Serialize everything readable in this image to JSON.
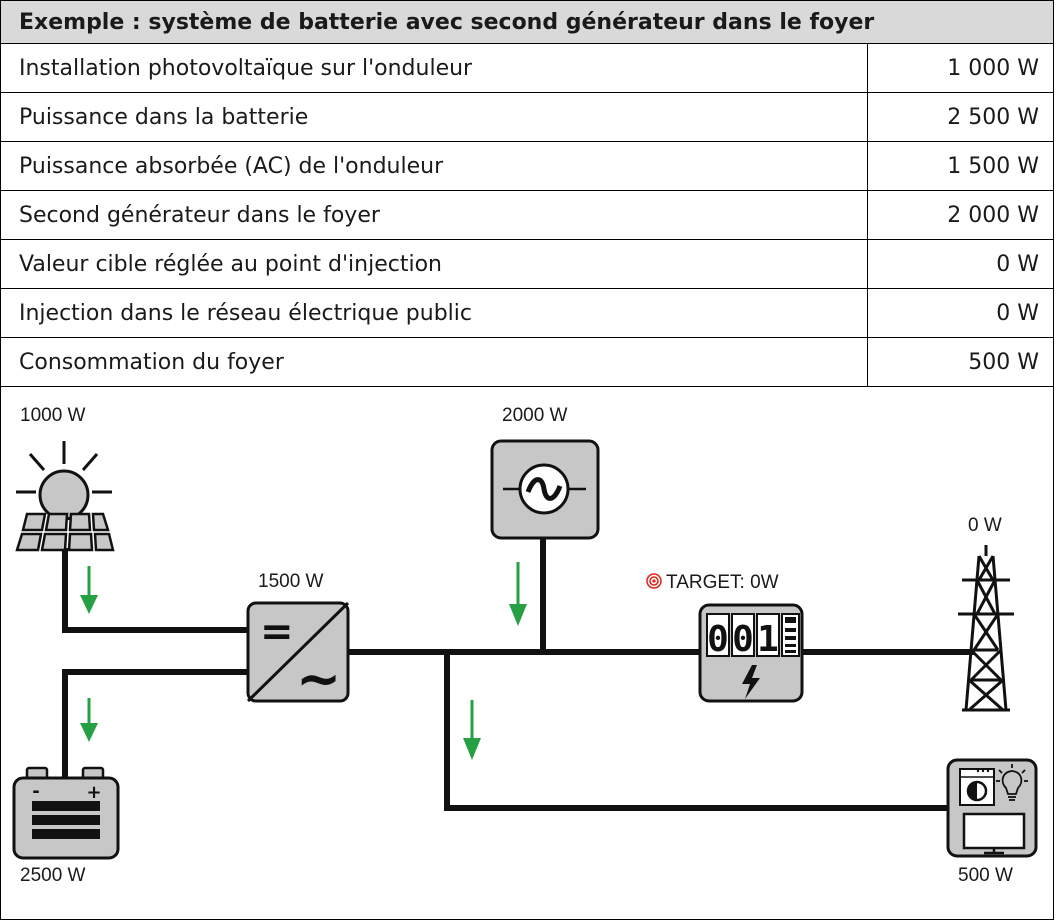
{
  "table": {
    "title": "Exemple : système de batterie avec second générateur dans le foyer",
    "rows": [
      {
        "label": "Installation photovoltaïque sur l'onduleur",
        "value": "1 000 W"
      },
      {
        "label": "Puissance dans la batterie",
        "value": "2 500 W"
      },
      {
        "label": "Puissance absorbée (AC) de l'onduleur",
        "value": "1 500 W"
      },
      {
        "label": "Second générateur dans le foyer",
        "value": "2 000 W"
      },
      {
        "label": "Valeur cible réglée au point d'injection",
        "value": "0 W"
      },
      {
        "label": "Injection dans le réseau électrique public",
        "value": "0 W"
      },
      {
        "label": "Consommation du foyer",
        "value": "500 W"
      }
    ]
  },
  "diagram": {
    "pv_label": "1000 W",
    "generator_label": "2000 W",
    "inverter_label": "1500 W",
    "grid_label": "0 W",
    "target_label": "TARGET: 0W",
    "battery_label": "2500 W",
    "consumer_label": "500 W",
    "meter_digits": [
      "0",
      "0",
      "1"
    ],
    "battery_minus": "-",
    "battery_plus": "+",
    "inverter_dc_symbol": "=",
    "inverter_ac_symbol": "~",
    "colors": {
      "arrow": "#27a043",
      "box_fill": "#c7c7c7",
      "target_icon": "#e2231a"
    }
  }
}
